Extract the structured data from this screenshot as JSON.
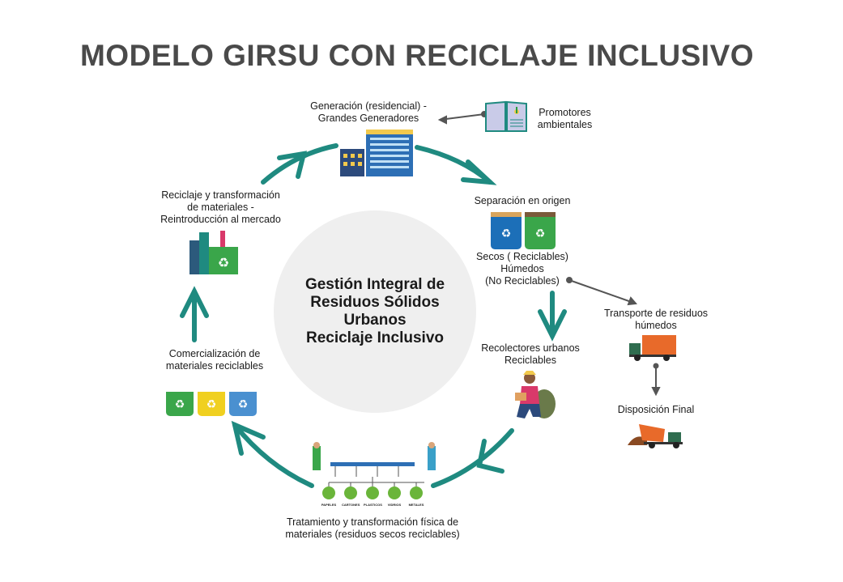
{
  "title": "MODELO GIRSU CON RECICLAJE INCLUSIVO",
  "center": {
    "line1": "Gestión Integral de",
    "line2": "Residuos Sólidos",
    "line3": "Urbanos",
    "line4": "Reciclaje Inclusivo"
  },
  "nodes": {
    "generacion": {
      "line1": "Generación (residencial) -",
      "line2": "Grandes Generadores"
    },
    "promotores": {
      "line1": "Promotores",
      "line2": "ambientales"
    },
    "separacion": {
      "label": "Separación en origen",
      "line1": "Secos ( Reciclables)",
      "line2": "Húmedos",
      "line3": "(No Reciclables)"
    },
    "transporte": {
      "line1": "Transporte de residuos",
      "line2": "húmedos"
    },
    "disposicion": {
      "label": "Disposición Final"
    },
    "recolectores": {
      "line1": "Recolectores urbanos",
      "line2": "Reciclables"
    },
    "tratamiento": {
      "line1": "Tratamiento y transformación física de",
      "line2": "materiales (residuos secos reciclables)",
      "categories": [
        "PAPELES",
        "CARTONES",
        "PLASTICOS",
        "VIDRIOS",
        "METALES"
      ]
    },
    "comercializacion": {
      "line1": "Comercialización de",
      "line2": "materiales reciclables"
    },
    "reciclaje": {
      "line1": "Reciclaje y transformación",
      "line2": "de materiales -",
      "line3": "Reintroducción al mercado"
    }
  },
  "colors": {
    "arrow": "#1f8a80",
    "title": "#4a4a4a",
    "circle": "#efefef",
    "connector": "#555555"
  }
}
